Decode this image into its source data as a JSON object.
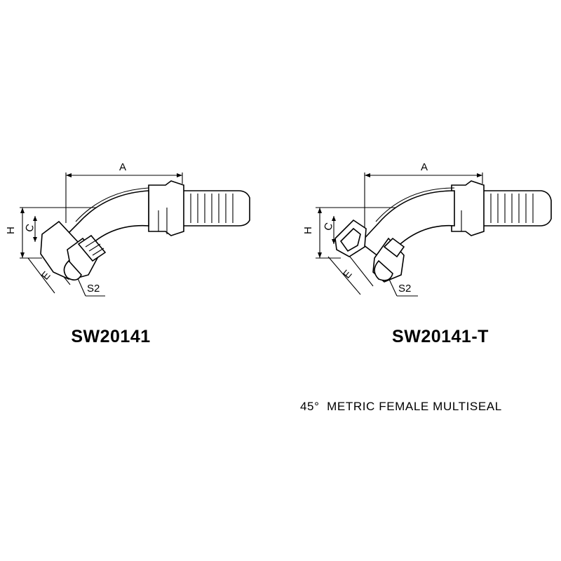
{
  "figures": [
    {
      "part_code": "SW20141",
      "dimension_labels": {
        "a": "A",
        "h": "H",
        "c": "C",
        "e": "E",
        "s2": "S2"
      }
    },
    {
      "part_code": "SW20141-T",
      "dimension_labels": {
        "a": "A",
        "h": "H",
        "c": "C",
        "e": "E",
        "s2": "S2"
      }
    }
  ],
  "description": "45°  METRIC FEMALE MULTISEAL"
}
